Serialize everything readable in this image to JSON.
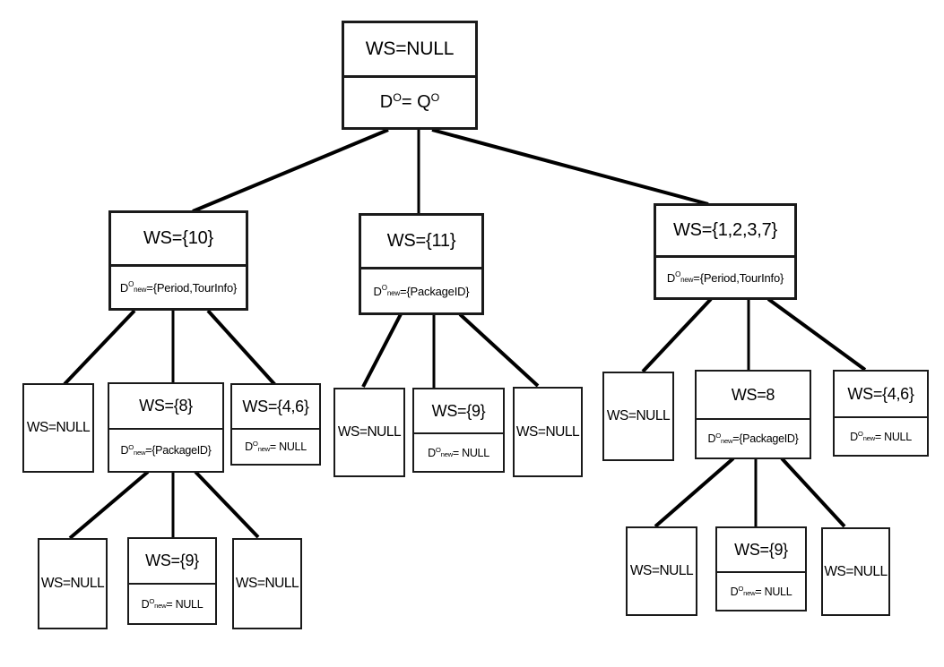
{
  "diagram": {
    "description": "Search tree of web-service composition states",
    "colors": {
      "line": "#000000",
      "border": "#1a1a1a",
      "background": "#ffffff"
    },
    "nodes": {
      "root": {
        "ws": "WS=NULL",
        "d_base": "D",
        "d_sup": "O",
        "d_mid": " = Q",
        "d_sup2": "O"
      },
      "n10": {
        "ws": "WS={10}",
        "d_base": "D",
        "d_sup": "O",
        "d_sub": "new",
        "d_rest": "={Period,TourInfo}"
      },
      "n11": {
        "ws": "WS={11}",
        "d_base": "D",
        "d_sup": "O",
        "d_sub": "new",
        "d_rest": "={PackageID}"
      },
      "n1237": {
        "ws": "WS={1,2,3,7}",
        "d_base": "D",
        "d_sup": "O",
        "d_sub": "new",
        "d_rest": "={Period,TourInfo}"
      },
      "null_l1": {
        "ws": "WS=NULL"
      },
      "n8l": {
        "ws": "WS={8}",
        "d_base": "D",
        "d_sup": "O",
        "d_sub": "new",
        "d_rest": "={PackageID}"
      },
      "n46l": {
        "ws": "WS={4,6}",
        "d_base": "D",
        "d_sup": "O",
        "d_sub": "new",
        "d_rest": " = NULL"
      },
      "null_m1": {
        "ws": "WS=NULL"
      },
      "n9m": {
        "ws": "WS={9}",
        "d_base": "D",
        "d_sup": "O",
        "d_sub": "new",
        "d_rest": " = NULL"
      },
      "null_m2": {
        "ws": "WS=NULL"
      },
      "null_r1": {
        "ws": "WS=NULL"
      },
      "n8r": {
        "ws": "WS=8",
        "d_base": "D",
        "d_sup": "O",
        "d_sub": "new",
        "d_rest": "={PackageID}"
      },
      "n46r": {
        "ws": "WS={4,6}",
        "d_base": "D",
        "d_sup": "O",
        "d_sub": "new",
        "d_rest": " = NULL"
      },
      "null_b1": {
        "ws": "WS=NULL"
      },
      "n9l": {
        "ws": "WS={9}",
        "d_base": "D",
        "d_sup": "O",
        "d_sub": "new",
        "d_rest": " = NULL"
      },
      "null_b2": {
        "ws": "WS=NULL"
      },
      "null_rb1": {
        "ws": "WS=NULL"
      },
      "n9r": {
        "ws": "WS={9}",
        "d_base": "D",
        "d_sup": "O",
        "d_sub": "new",
        "d_rest": " = NULL"
      },
      "null_rb2": {
        "ws": "WS=NULL"
      }
    }
  }
}
